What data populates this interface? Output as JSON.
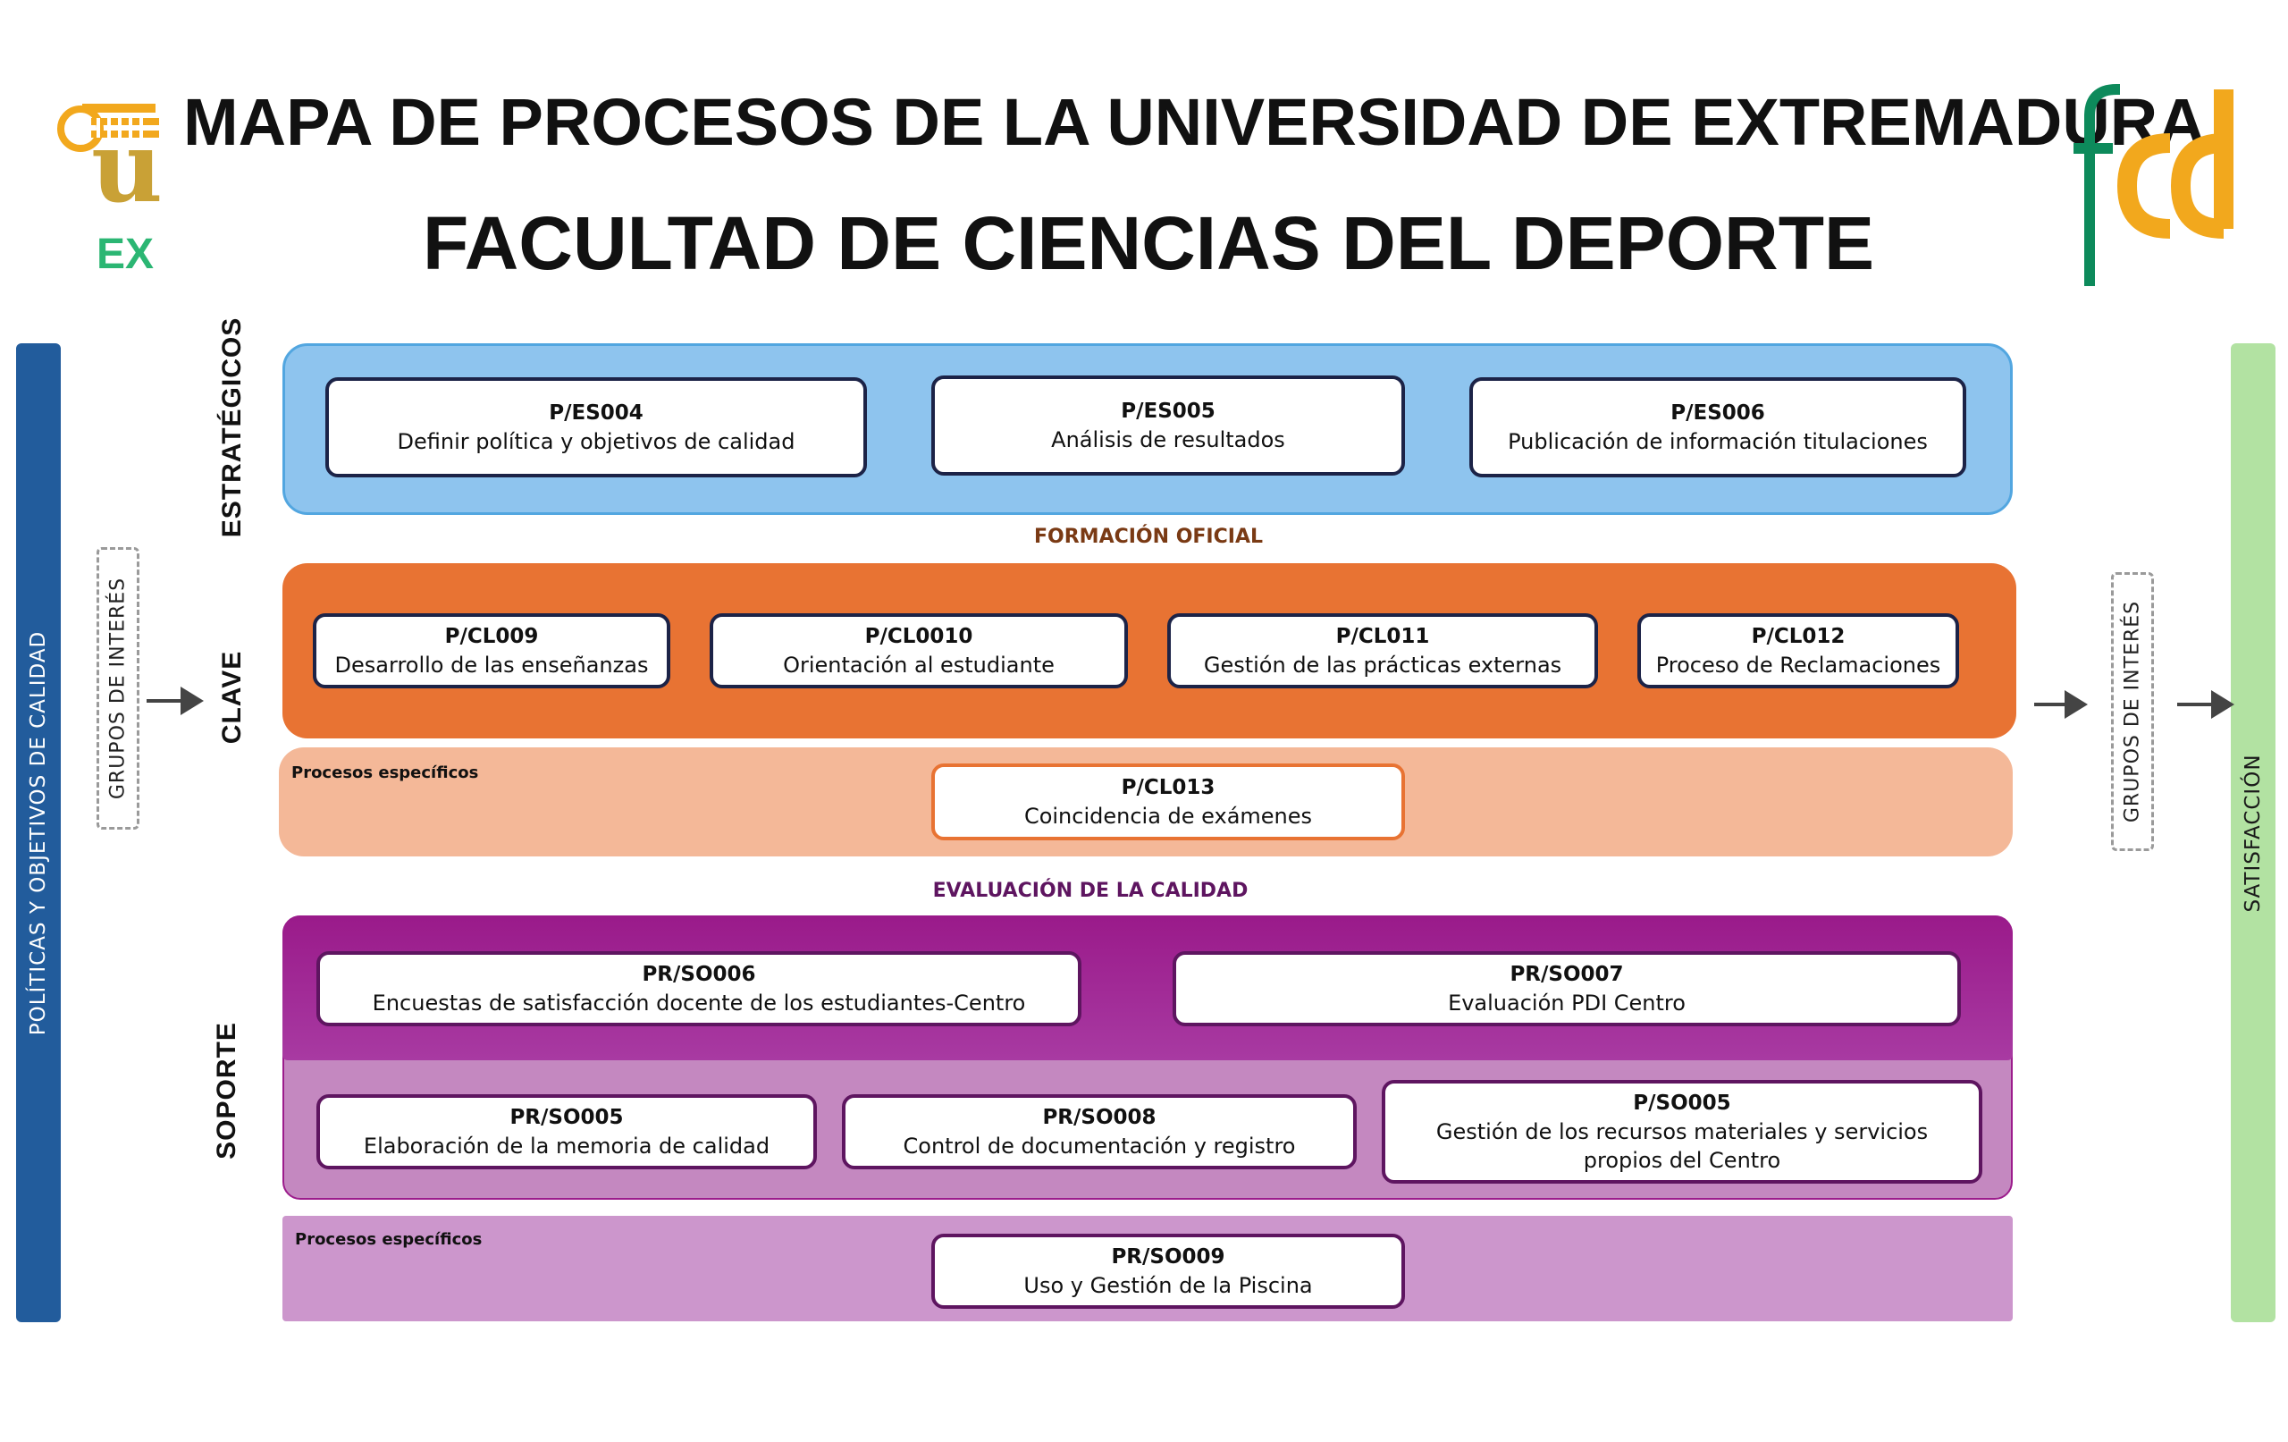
{
  "title": "MAPA DE PROCESOS DE LA UNIVERSIDAD DE EXTREMADURA",
  "subtitle": "FACULTAD DE CIENCIAS DEL DEPORTE",
  "logos": {
    "left": {
      "icon": "uex-column-logo",
      "letters_top": "u",
      "letters_bottom": "EX"
    },
    "right": {
      "icon": "fcd-logo",
      "letters": "fcd"
    }
  },
  "sidebars": {
    "left": "POLÍTICAS Y OBJETIVOS DE CALIDAD",
    "right": "SATISFACCIÓN"
  },
  "grupos_interes": "GRUPOS DE INTERÉS",
  "categories": {
    "estrategicos": "ESTRATÉGICOS",
    "clave": "CLAVE",
    "soporte": "SOPORTE"
  },
  "headings": {
    "formacion": "FORMACIÓN OFICIAL",
    "evaluacion": "EVALUACIÓN DE LA CALIDAD"
  },
  "specific_label": "Procesos específicos",
  "colors": {
    "left_sidebar": "#225c9c",
    "right_sidebar": "#b2e2a2",
    "estrategicos_band": "#8ec4ee",
    "clave_band": "#e87333",
    "clave_specific_band": "#f4b898",
    "soporte_top_band": "#9c1c8c",
    "soporte_mid_band": "#c488c0",
    "soporte_specific_band": "#cc96cc",
    "formacion_heading": "#7a3a14",
    "evaluacion_heading": "#5e1560"
  },
  "processes": {
    "es004": {
      "code": "P/ES004",
      "name": "Definir política y objetivos de calidad"
    },
    "es005": {
      "code": "P/ES005",
      "name": "Análisis de resultados"
    },
    "es006": {
      "code": "P/ES006",
      "name": "Publicación de información titulaciones"
    },
    "cl009": {
      "code": "P/CL009",
      "name": "Desarrollo de las enseñanzas"
    },
    "cl0010": {
      "code": "P/CL0010",
      "name": "Orientación al estudiante"
    },
    "cl011": {
      "code": "P/CL011",
      "name": "Gestión de las prácticas externas"
    },
    "cl012": {
      "code": "P/CL012",
      "name": "Proceso de Reclamaciones"
    },
    "cl013": {
      "code": "P/CL013",
      "name": "Coincidencia de exámenes"
    },
    "so006": {
      "code": "PR/SO006",
      "name": "Encuestas de satisfacción docente de los estudiantes-Centro"
    },
    "so007": {
      "code": "PR/SO007",
      "name": "Evaluación PDI Centro"
    },
    "so005pr": {
      "code": "PR/SO005",
      "name": "Elaboración de la memoria de calidad"
    },
    "so008": {
      "code": "PR/SO008",
      "name": "Control de documentación y registro"
    },
    "so005p": {
      "code": "P/SO005",
      "name": "Gestión de los recursos materiales y servicios propios del Centro"
    },
    "so009": {
      "code": "PR/SO009",
      "name": "Uso y Gestión de la Piscina"
    }
  }
}
